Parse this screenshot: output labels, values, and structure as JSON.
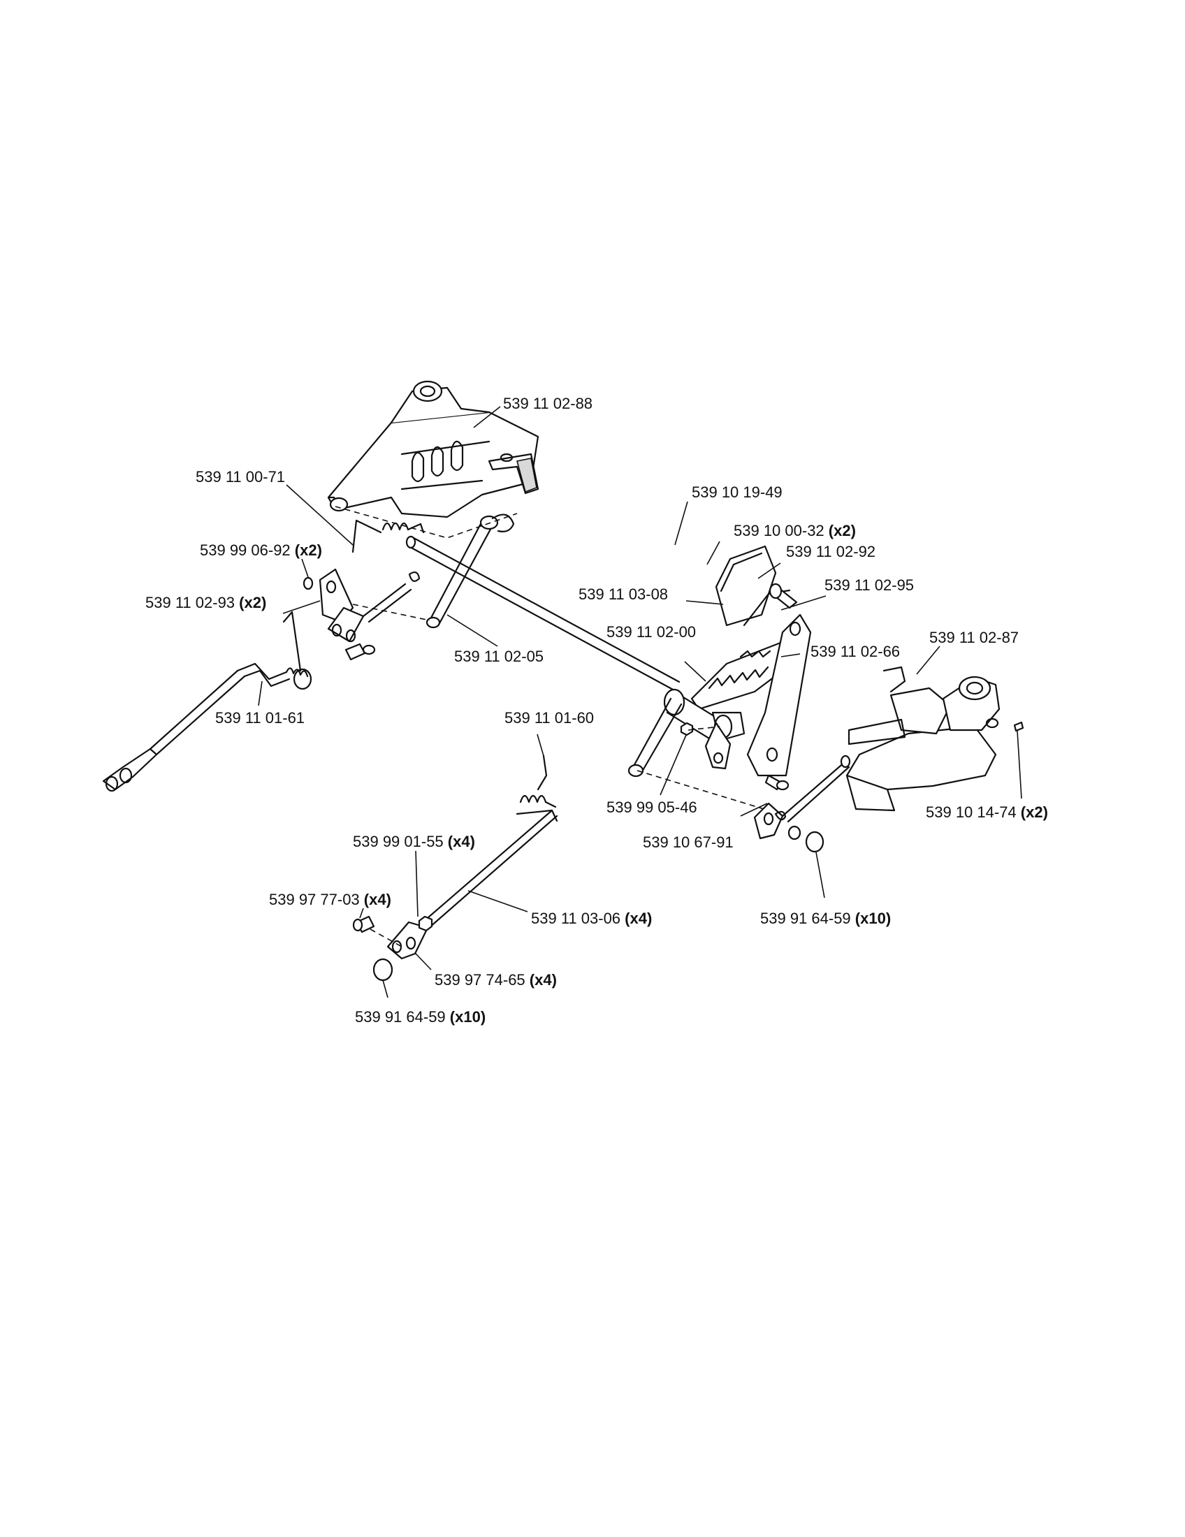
{
  "callouts": {
    "c_02_88": {
      "part": "539 11 02-88",
      "qty": ""
    },
    "c_00_71": {
      "part": "539 11 00-71",
      "qty": ""
    },
    "c_06_92": {
      "part": "539 99 06-92",
      "qty": "(x2)"
    },
    "c_02_93": {
      "part": "539 11 02-93",
      "qty": "(x2)"
    },
    "c_01_61": {
      "part": "539 11 01-61",
      "qty": ""
    },
    "c_02_05": {
      "part": "539 11 02-05",
      "qty": ""
    },
    "c_19_49": {
      "part": "539 10 19-49",
      "qty": ""
    },
    "c_00_32": {
      "part": "539 10 00-32",
      "qty": "(x2)"
    },
    "c_02_92": {
      "part": "539 11 02-92",
      "qty": ""
    },
    "c_03_08": {
      "part": "539 11 03-08",
      "qty": ""
    },
    "c_02_95": {
      "part": "539 11 02-95",
      "qty": ""
    },
    "c_02_00": {
      "part": "539 11 02-00",
      "qty": ""
    },
    "c_02_66": {
      "part": "539 11 02-66",
      "qty": ""
    },
    "c_02_87": {
      "part": "539 11 02-87",
      "qty": ""
    },
    "c_01_60": {
      "part": "539 11 01-60",
      "qty": ""
    },
    "c_05_46": {
      "part": "539 99 05-46",
      "qty": ""
    },
    "c_67_91": {
      "part": "539 10 67-91",
      "qty": ""
    },
    "c_14_74": {
      "part": "539 10 14-74",
      "qty": "(x2)"
    },
    "c_01_55": {
      "part": "539 99 01-55",
      "qty": "(x4)"
    },
    "c_77_03": {
      "part": "539 97 77-03",
      "qty": "(x4)"
    },
    "c_03_06": {
      "part": "539 11 03-06",
      "qty": "(x4)"
    },
    "c_64_59_r": {
      "part": "539 91 64-59",
      "qty": "(x10)"
    },
    "c_74_65": {
      "part": "539 97 74-65",
      "qty": "(x4)"
    },
    "c_64_59_l": {
      "part": "539 91 64-59",
      "qty": "(x10)"
    }
  }
}
